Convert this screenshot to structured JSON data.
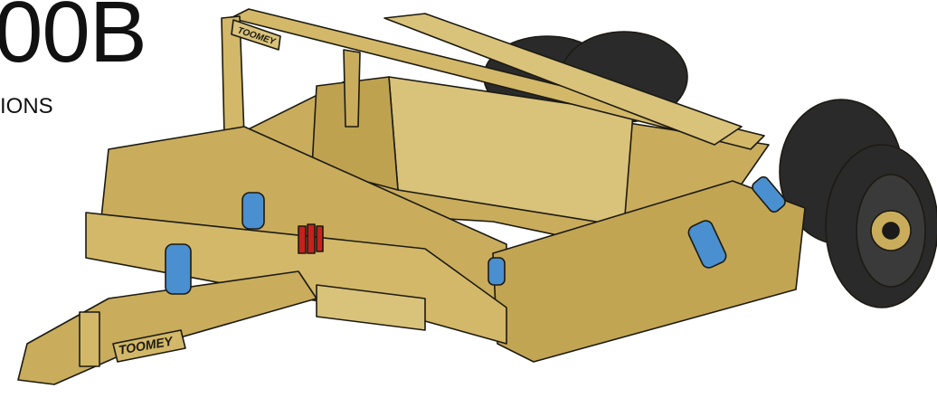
{
  "title": "00B",
  "subtitle": "IONS",
  "brand": {
    "hitch_label": "TOOMEY",
    "mast_label": "TOOMEY"
  },
  "colors": {
    "body": "#c9ad5c",
    "body_light": "#d9c27a",
    "body_dark": "#8f7a3a",
    "outline": "#1c1a12",
    "tire": "#2a2a2a",
    "hub": "#1a1a1a",
    "hydraulic": "#4a8fd0",
    "red_valve": "#c8201e"
  }
}
